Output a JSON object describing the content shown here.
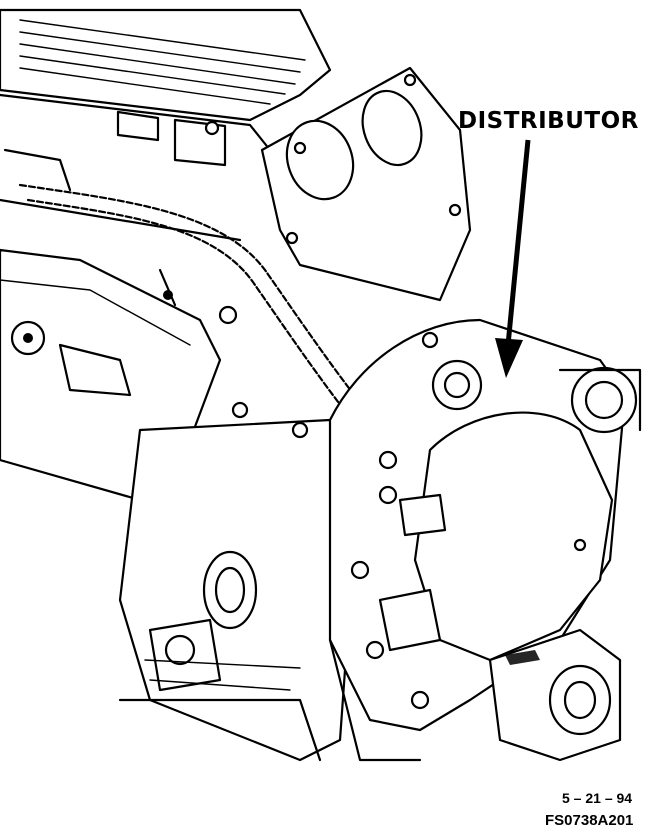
{
  "labels": {
    "callout": "DISTRIBUTOR",
    "date": "5 – 21 – 94",
    "figure_id": "FS0738A201"
  }
}
